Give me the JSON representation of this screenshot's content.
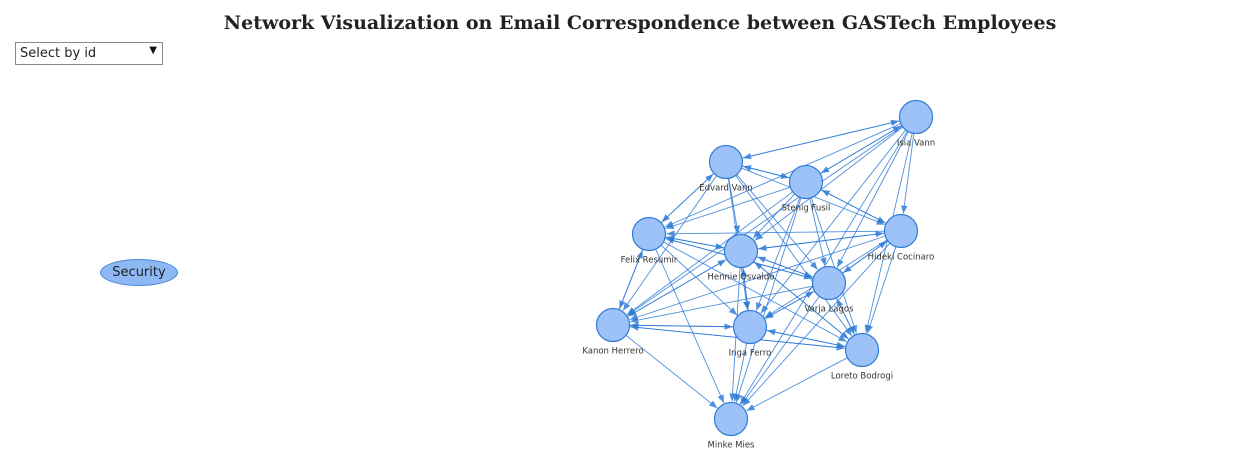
{
  "title": "Network Visualization on Email Correspondence between GASTech Employees",
  "select": {
    "value": "Select by id",
    "arrow": "▼"
  },
  "department": {
    "label": "Security"
  },
  "colors": {
    "node_fill": "#9cc2f8",
    "node_stroke": "#2e7bd8",
    "edge": "#2e7bd8",
    "pill_fill": "#8db8f4"
  },
  "nodes": [
    {
      "id": "isia",
      "label": "Isia Vann"
    },
    {
      "id": "edvard",
      "label": "Edvard Vann"
    },
    {
      "id": "stenig",
      "label": "Stenig Fusil"
    },
    {
      "id": "hideki",
      "label": "Hideki Cocinaro"
    },
    {
      "id": "felix",
      "label": "Felix Resumir"
    },
    {
      "id": "hennie",
      "label": "Hennie Osvaldo"
    },
    {
      "id": "varja",
      "label": "Varja Lagos"
    },
    {
      "id": "kanon",
      "label": "Kanon Herrero"
    },
    {
      "id": "inga",
      "label": "Inga Ferro"
    },
    {
      "id": "loreto",
      "label": "Loreto Bodrogi"
    },
    {
      "id": "minke",
      "label": "Minke Mies"
    }
  ],
  "edges": [
    [
      "isia",
      "edvard"
    ],
    [
      "edvard",
      "isia"
    ],
    [
      "stenig",
      "isia"
    ],
    [
      "isia",
      "stenig"
    ],
    [
      "isia",
      "hideki"
    ],
    [
      "isia",
      "hennie"
    ],
    [
      "isia",
      "varja"
    ],
    [
      "isia",
      "inga"
    ],
    [
      "isia",
      "loreto"
    ],
    [
      "isia",
      "minke"
    ],
    [
      "isia",
      "felix"
    ],
    [
      "isia",
      "kanon"
    ],
    [
      "edvard",
      "stenig"
    ],
    [
      "stenig",
      "edvard"
    ],
    [
      "edvard",
      "felix"
    ],
    [
      "felix",
      "edvard"
    ],
    [
      "edvard",
      "hennie"
    ],
    [
      "edvard",
      "varja"
    ],
    [
      "edvard",
      "kanon"
    ],
    [
      "edvard",
      "loreto"
    ],
    [
      "edvard",
      "hideki"
    ],
    [
      "edvard",
      "inga"
    ],
    [
      "stenig",
      "felix"
    ],
    [
      "stenig",
      "hennie"
    ],
    [
      "stenig",
      "hideki"
    ],
    [
      "hideki",
      "stenig"
    ],
    [
      "stenig",
      "varja"
    ],
    [
      "stenig",
      "inga"
    ],
    [
      "stenig",
      "kanon"
    ],
    [
      "stenig",
      "minke"
    ],
    [
      "stenig",
      "loreto"
    ],
    [
      "hideki",
      "hennie"
    ],
    [
      "hideki",
      "felix"
    ],
    [
      "hideki",
      "varja"
    ],
    [
      "varja",
      "hideki"
    ],
    [
      "hideki",
      "inga"
    ],
    [
      "hideki",
      "kanon"
    ],
    [
      "hideki",
      "minke"
    ],
    [
      "hideki",
      "loreto"
    ],
    [
      "felix",
      "hennie"
    ],
    [
      "hennie",
      "felix"
    ],
    [
      "felix",
      "kanon"
    ],
    [
      "kanon",
      "felix"
    ],
    [
      "felix",
      "inga"
    ],
    [
      "felix",
      "varja"
    ],
    [
      "felix",
      "minke"
    ],
    [
      "felix",
      "loreto"
    ],
    [
      "hennie",
      "varja"
    ],
    [
      "varja",
      "hennie"
    ],
    [
      "hennie",
      "kanon"
    ],
    [
      "hennie",
      "inga"
    ],
    [
      "hennie",
      "loreto"
    ],
    [
      "hennie",
      "minke"
    ],
    [
      "hennie",
      "hideki"
    ],
    [
      "varja",
      "kanon"
    ],
    [
      "varja",
      "inga"
    ],
    [
      "inga",
      "varja"
    ],
    [
      "varja",
      "loreto"
    ],
    [
      "varja",
      "minke"
    ],
    [
      "varja",
      "felix"
    ],
    [
      "kanon",
      "inga"
    ],
    [
      "inga",
      "kanon"
    ],
    [
      "kanon",
      "minke"
    ],
    [
      "kanon",
      "loreto"
    ],
    [
      "kanon",
      "hennie"
    ],
    [
      "inga",
      "loreto"
    ],
    [
      "loreto",
      "inga"
    ],
    [
      "inga",
      "minke"
    ],
    [
      "inga",
      "hennie"
    ],
    [
      "loreto",
      "minke"
    ],
    [
      "loreto",
      "kanon"
    ],
    [
      "loreto",
      "hennie"
    ],
    [
      "loreto",
      "varja"
    ]
  ]
}
